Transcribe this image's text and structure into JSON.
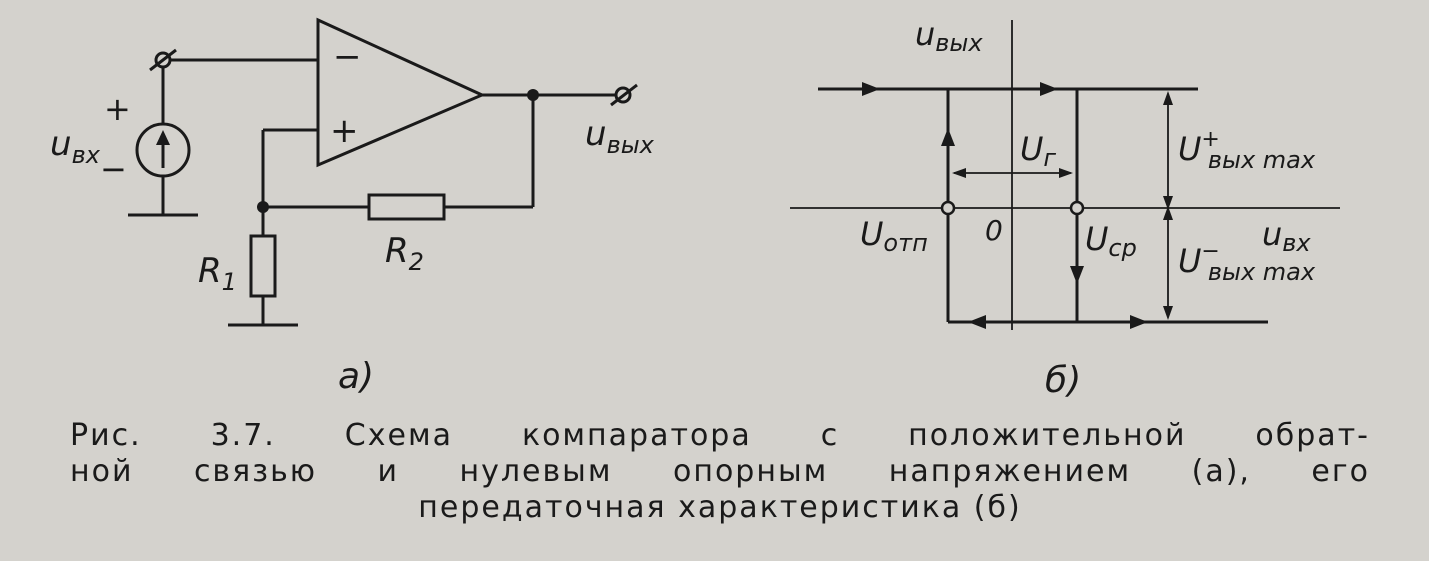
{
  "circuit": {
    "minus_sign": "−",
    "plus_sign": "+",
    "source_plus": "+",
    "source_minus": "−",
    "input_label": "u",
    "input_sub": "вх",
    "output_label": "u",
    "output_sub": "вых",
    "r1_label": "R",
    "r1_sub": "1",
    "r2_label": "R",
    "r2_sub": "2",
    "part_label": "а)"
  },
  "characteristic": {
    "y_axis_label": "u",
    "y_axis_sub": "вых",
    "x_axis_label": "u",
    "x_axis_sub": "вх",
    "origin_label": "0",
    "hysteresis_label": "U",
    "hysteresis_sub": "г",
    "release_label": "U",
    "release_sub": "отп",
    "trigger_label": "U",
    "trigger_sub": "ср",
    "vmax_plus_label": "U",
    "vmax_plus_sup": "+",
    "vmax_plus_sub": "вых max",
    "vmax_minus_label": "U",
    "vmax_minus_sup": "−",
    "vmax_minus_sub": "вых max",
    "part_label": "б)"
  },
  "caption": {
    "line1": "Рис. 3.7. Схема компаратора с положительной обрат-",
    "line2": "ной связью и нулевым опорным напряжением (а), его",
    "line3": "передаточная характеристика (б)"
  }
}
